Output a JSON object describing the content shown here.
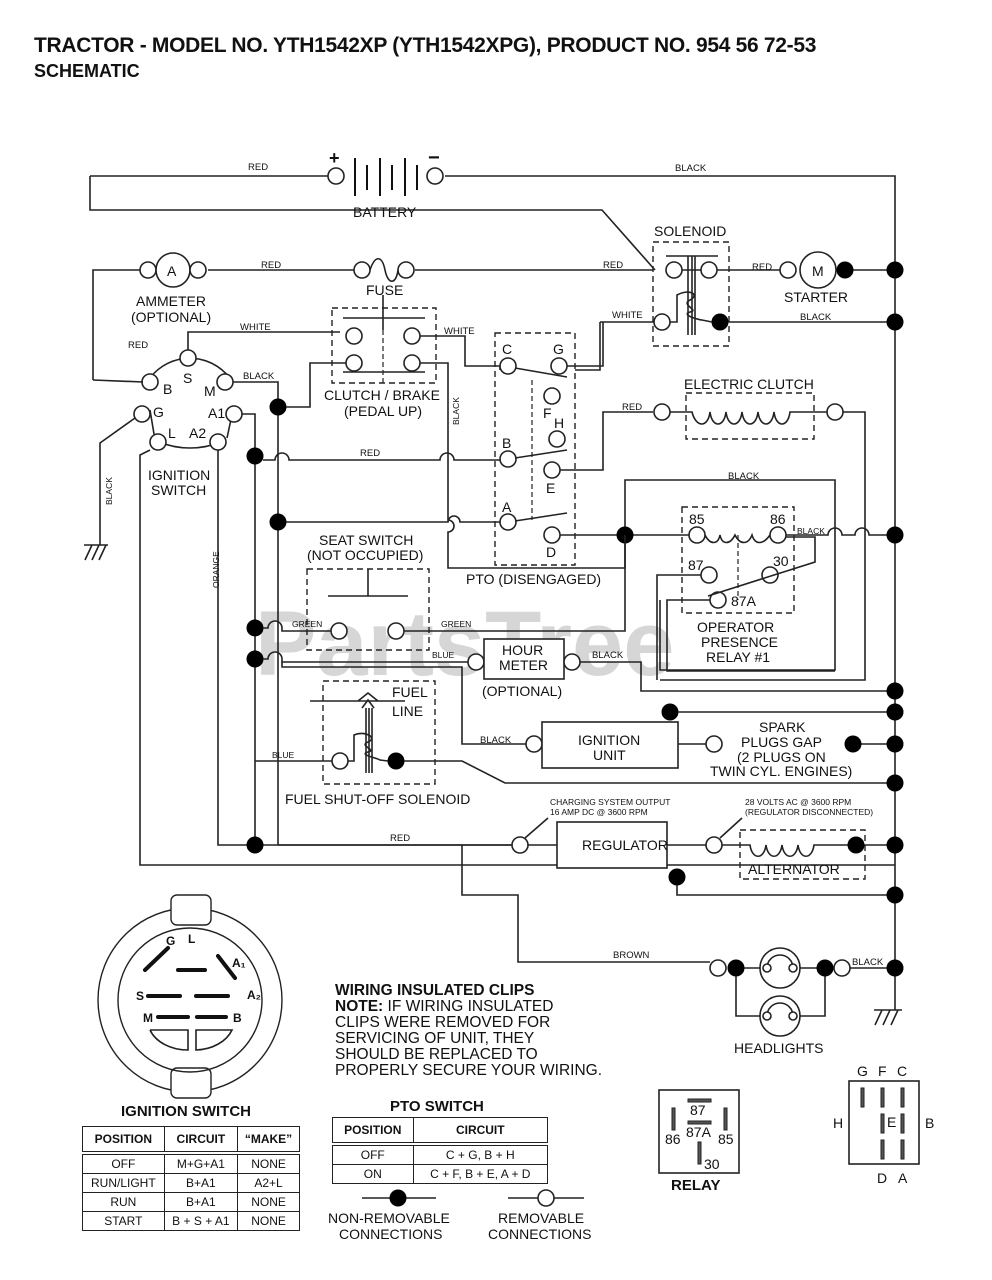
{
  "header": {
    "title": "TRACTOR - MODEL NO. YTH1542XP (YTH1542XPG), PRODUCT NO. 954 56 72-53",
    "subtitle": "SCHEMATIC"
  },
  "watermark": "PartsTree",
  "components": {
    "battery": {
      "label": "BATTERY",
      "plus": "+",
      "minus": "−"
    },
    "solenoid": {
      "label": "SOLENOID"
    },
    "starter": {
      "label": "STARTER",
      "symbol": "M"
    },
    "ammeter": {
      "label": "AMMETER",
      "sub": "(OPTIONAL)",
      "symbol": "A"
    },
    "fuse": {
      "label": "FUSE"
    },
    "clutch_brake": {
      "label": "CLUTCH / BRAKE",
      "sub": "(PEDAL UP)"
    },
    "ignition_switch": {
      "label1": "IGNITION",
      "label2": "SWITCH",
      "terminals": [
        "B",
        "S",
        "M",
        "G",
        "A1",
        "L",
        "A2"
      ]
    },
    "pto": {
      "label": "PTO (DISENGAGED)",
      "terminals": [
        "C",
        "G",
        "F",
        "H",
        "B",
        "E",
        "A",
        "D"
      ]
    },
    "electric_clutch": {
      "label": "ELECTRIC CLUTCH"
    },
    "seat_switch": {
      "label": "SEAT SWITCH",
      "sub": "(NOT OCCUPIED)"
    },
    "relay": {
      "label1": "OPERATOR",
      "label2": "PRESENCE",
      "label3": "RELAY #1",
      "terminals": [
        "85",
        "86",
        "87",
        "30",
        "87A"
      ]
    },
    "hour_meter": {
      "label1": "HOUR",
      "label2": "METER",
      "sub": "(OPTIONAL)"
    },
    "fuel_solenoid": {
      "label": "FUEL SHUT-OFF SOLENOID",
      "line1": "FUEL",
      "line2": "LINE"
    },
    "ignition_unit": {
      "label1": "IGNITION",
      "label2": "UNIT"
    },
    "spark_plugs": {
      "line1": "SPARK",
      "line2": "PLUGS GAP",
      "line3": "(2 PLUGS ON",
      "line4": "TWIN CYL. ENGINES)"
    },
    "regulator": {
      "label": "REGULATOR",
      "note1": "CHARGING SYSTEM OUTPUT",
      "note2": "16 AMP DC @ 3600 RPM"
    },
    "alternator": {
      "label": "ALTERNATOR",
      "note1": "28 VOLTS AC @ 3600 RPM",
      "note2": "(REGULATOR DISCONNECTED)"
    },
    "headlights": {
      "label": "HEADLIGHTS"
    }
  },
  "wires": {
    "red": "RED",
    "black": "BLACK",
    "white": "WHITE",
    "green": "GREEN",
    "blue": "BLUE",
    "orange": "ORANGE",
    "brown": "BROWN"
  },
  "ignition_switch_detail": {
    "caption": "IGNITION SWITCH",
    "pins": [
      "G",
      "L",
      "A1",
      "S",
      "A2",
      "M",
      "B"
    ],
    "table": {
      "headers": [
        "POSITION",
        "CIRCUIT",
        "“MAKE”"
      ],
      "rows": [
        [
          "OFF",
          "M+G+A1",
          "NONE"
        ],
        [
          "RUN/LIGHT",
          "B+A1",
          "A2+L"
        ],
        [
          "RUN",
          "B+A1",
          "NONE"
        ],
        [
          "START",
          "B + S + A1",
          "NONE"
        ]
      ]
    }
  },
  "clips_note": {
    "heading": "WIRING INSULATED CLIPS",
    "note_label": "NOTE:",
    "lines": [
      " IF WIRING INSULATED",
      "CLIPS WERE REMOVED FOR",
      "SERVICING OF UNIT, THEY",
      "SHOULD BE REPLACED TO",
      "PROPERLY SECURE YOUR WIRING."
    ]
  },
  "pto_switch": {
    "caption": "PTO SWITCH",
    "headers": [
      "POSITION",
      "CIRCUIT"
    ],
    "rows": [
      [
        "OFF",
        "C + G, B + H"
      ],
      [
        "ON",
        "C + F, B + E, A + D"
      ]
    ]
  },
  "legend": {
    "non_removable1": "NON-REMOVABLE",
    "non_removable2": "CONNECTIONS",
    "removable1": "REMOVABLE",
    "removable2": "CONNECTIONS"
  },
  "relay_detail": {
    "caption": "RELAY",
    "pins": [
      "87",
      "86",
      "87A",
      "85",
      "30"
    ]
  },
  "pto_connector": {
    "top": [
      "G",
      "F",
      "C"
    ],
    "left": "H",
    "center": "E",
    "right": "B",
    "bottom": [
      "D",
      "A"
    ]
  }
}
